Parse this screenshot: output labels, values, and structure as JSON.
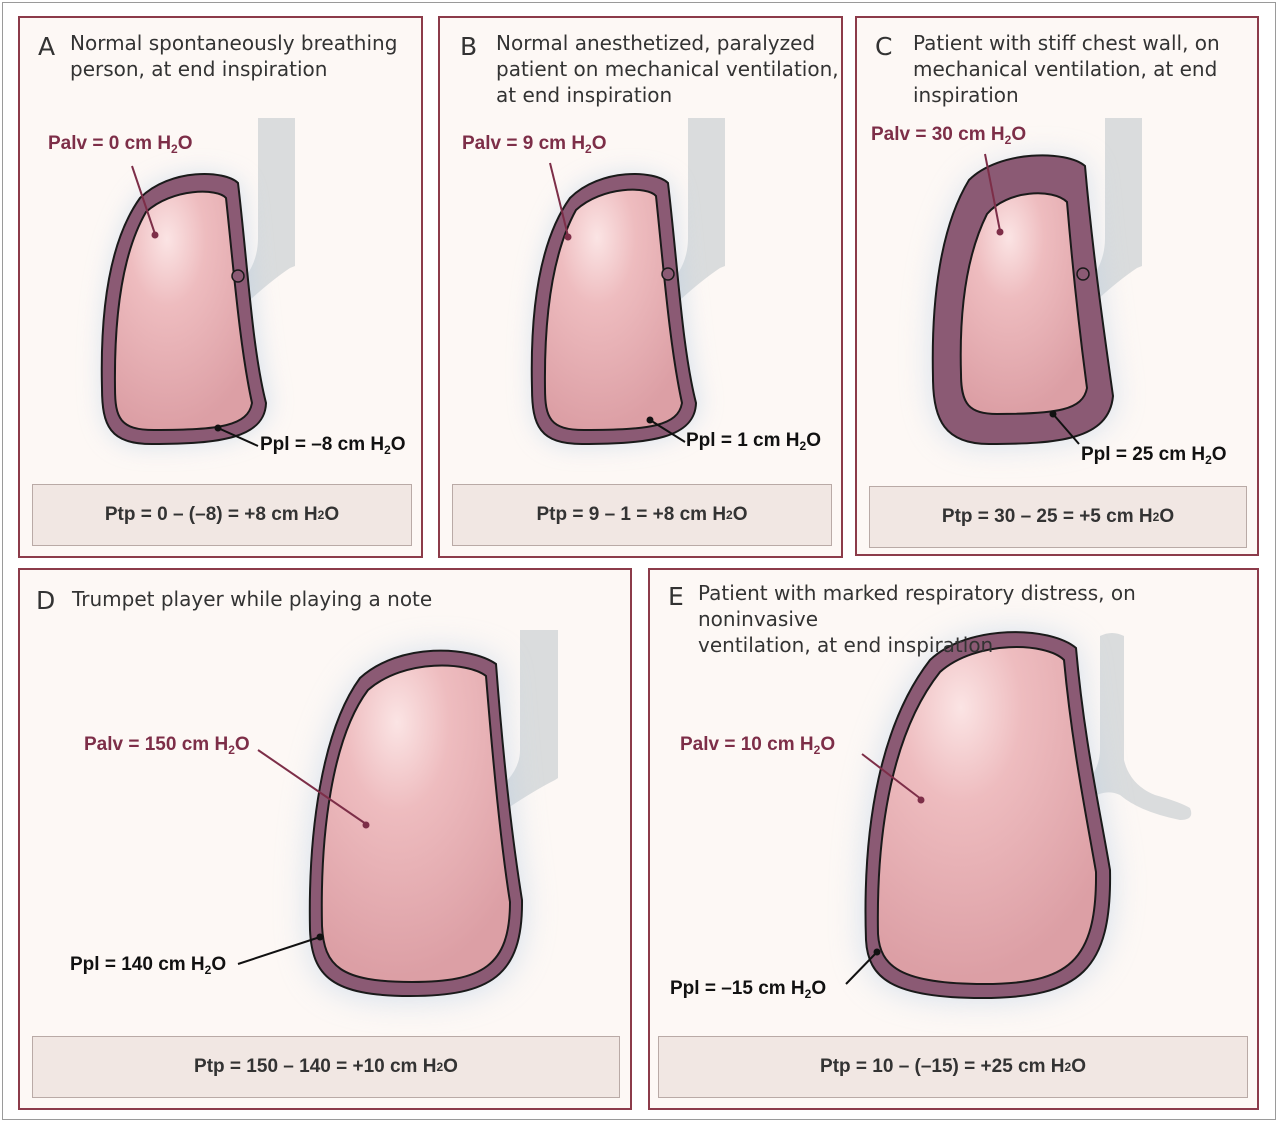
{
  "subscript": "2",
  "colors": {
    "panel_border": "#8c3b4a",
    "panel_background": "#fdf8f5",
    "pleura": "#8b5a74",
    "lung": "#e6aeb2",
    "trachea": "#dadcdd",
    "palv_text": "#7d2e48",
    "ptp_box": "#f1e7e3"
  },
  "panels": [
    {
      "letter": "A",
      "title": "Normal spontaneously breathing\nperson, at end inspiration",
      "palv": {
        "pre": "Palv = 0 cm H",
        "post": "O"
      },
      "ppl": {
        "pre": "Ppl = –8 cm H",
        "post": "O"
      },
      "ptp": {
        "pre": "Ptp = 0 – (–8) = +8 cm H",
        "post": "O"
      }
    },
    {
      "letter": "B",
      "title": "Normal anesthetized, paralyzed\npatient on mechanical ventilation,\n at end inspiration",
      "palv": {
        "pre": "Palv = 9 cm H",
        "post": "O"
      },
      "ppl": {
        "pre": "Ppl = 1 cm H",
        "post": "O"
      },
      "ptp": {
        "pre": "Ptp = 9 – 1 = +8 cm H",
        "post": "O"
      }
    },
    {
      "letter": "C",
      "title": "Patient with stiff chest wall, on\nmechanical ventilation, at end\ninspiration",
      "palv": {
        "pre": "Palv = 30 cm H",
        "post": "O"
      },
      "ppl": {
        "pre": "Ppl = 25 cm H",
        "post": "O"
      },
      "ptp": {
        "pre": "Ptp = 30 – 25 = +5 cm H",
        "post": "O"
      }
    },
    {
      "letter": "D",
      "title": "Trumpet player while playing a note",
      "palv": {
        "pre": "Palv = 150 cm H",
        "post": "O"
      },
      "ppl": {
        "pre": "Ppl = 140 cm H",
        "post": "O"
      },
      "ptp": {
        "pre": "Ptp = 150 – 140 = +10 cm H",
        "post": "O"
      }
    },
    {
      "letter": "E",
      "title": "Patient with marked respiratory distress, on noninvasive\nventilation, at end inspiration",
      "palv": {
        "pre": "Palv = 10 cm H",
        "post": "O"
      },
      "ppl": {
        "pre": "Ppl = –15 cm H",
        "post": "O"
      },
      "ptp": {
        "pre": "Ptp = 10 – (–15) = +25 cm H",
        "post": "O"
      }
    }
  ]
}
